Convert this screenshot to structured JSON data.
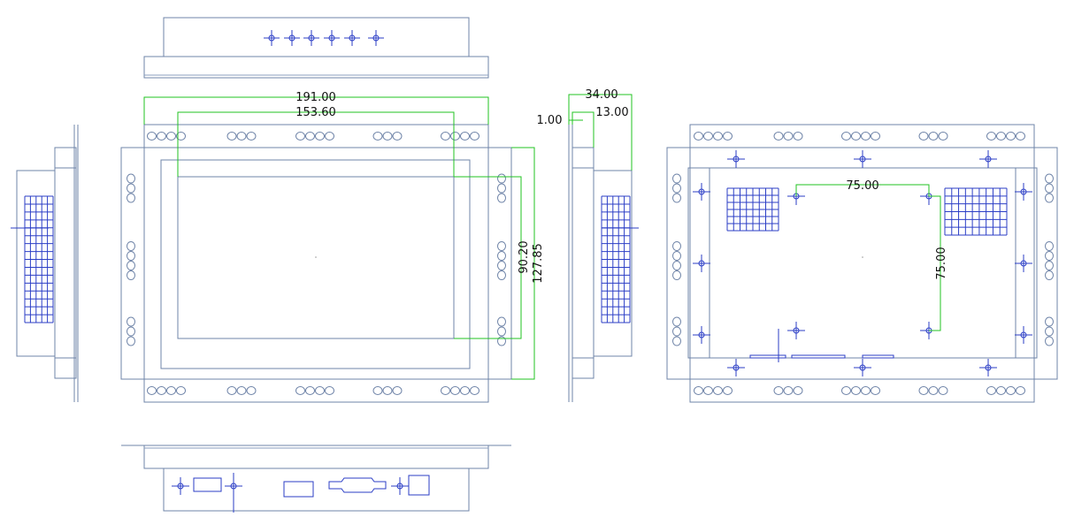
{
  "dimensions": {
    "overall_width": "191.00",
    "view_width": "153.60",
    "view_height": "90.20",
    "overall_height": "127.85",
    "depth": "34.00",
    "bezel_depth": "13.00",
    "glass": "1.00",
    "hole_spacing_x": "75.00",
    "hole_spacing_y": "75.00"
  },
  "colors": {
    "outline": "#6f84a8",
    "detail": "#2b3ec6",
    "dimension": "#22c322"
  }
}
